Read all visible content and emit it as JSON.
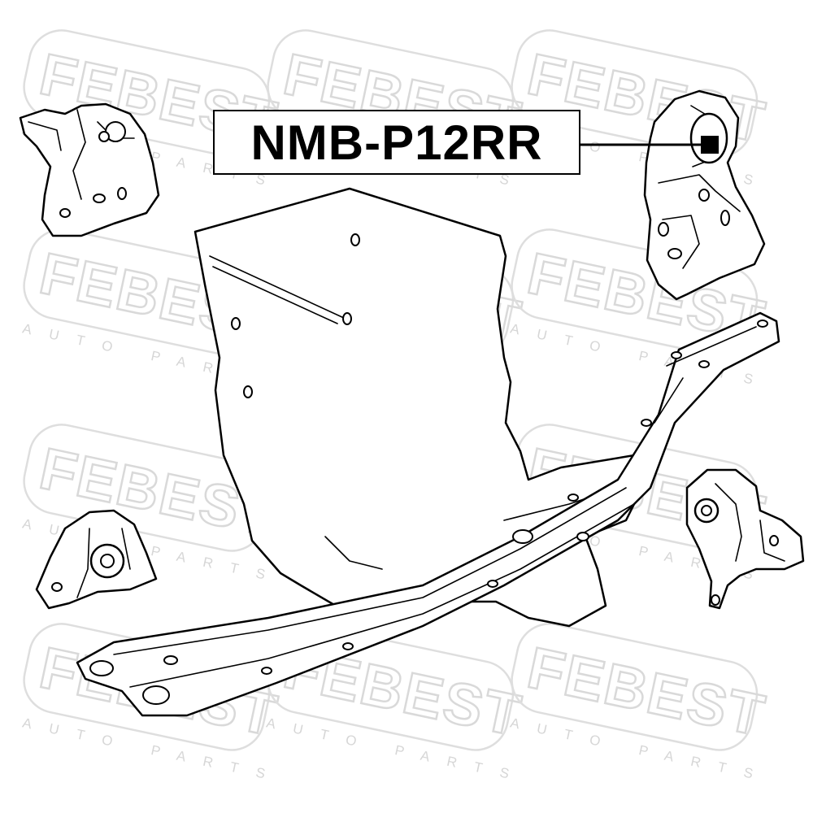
{
  "part_label": {
    "text": "NMB-P12RR"
  },
  "watermark": {
    "brand": "FEBEST",
    "tagline": "AUTO PARTS"
  },
  "components": [
    "engine-block",
    "front-crossmember",
    "mount-upper-left",
    "mount-upper-right",
    "mount-lower-left",
    "mount-lower-right"
  ],
  "highlight": {
    "target": "mount-upper-right",
    "marker": "black-square"
  }
}
